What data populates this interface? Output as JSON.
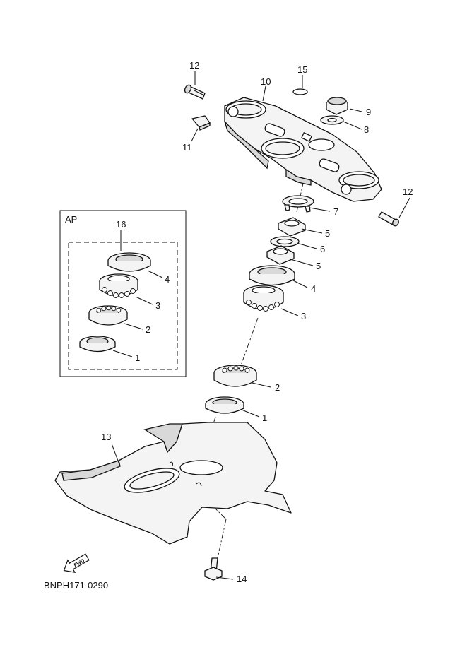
{
  "diagram": {
    "drawing_code": "BNPH171-0290",
    "fwd_label": "FWD",
    "ap_box_label": "AP",
    "callouts": [
      {
        "id": "c12a",
        "label": "12"
      },
      {
        "id": "c10",
        "label": "10"
      },
      {
        "id": "c15",
        "label": "15"
      },
      {
        "id": "c9",
        "label": "9"
      },
      {
        "id": "c8",
        "label": "8"
      },
      {
        "id": "c11",
        "label": "11"
      },
      {
        "id": "c12b",
        "label": "12"
      },
      {
        "id": "c7",
        "label": "7"
      },
      {
        "id": "c5a",
        "label": "5"
      },
      {
        "id": "c6",
        "label": "6"
      },
      {
        "id": "c5b",
        "label": "5"
      },
      {
        "id": "c4",
        "label": "4"
      },
      {
        "id": "c3",
        "label": "3"
      },
      {
        "id": "c2",
        "label": "2"
      },
      {
        "id": "c1",
        "label": "1"
      },
      {
        "id": "c13",
        "label": "13"
      },
      {
        "id": "c14",
        "label": "14"
      },
      {
        "id": "c16",
        "label": "16"
      },
      {
        "id": "ap4",
        "label": "4"
      },
      {
        "id": "ap3",
        "label": "3"
      },
      {
        "id": "ap2",
        "label": "2"
      },
      {
        "id": "ap1",
        "label": "1"
      }
    ]
  }
}
